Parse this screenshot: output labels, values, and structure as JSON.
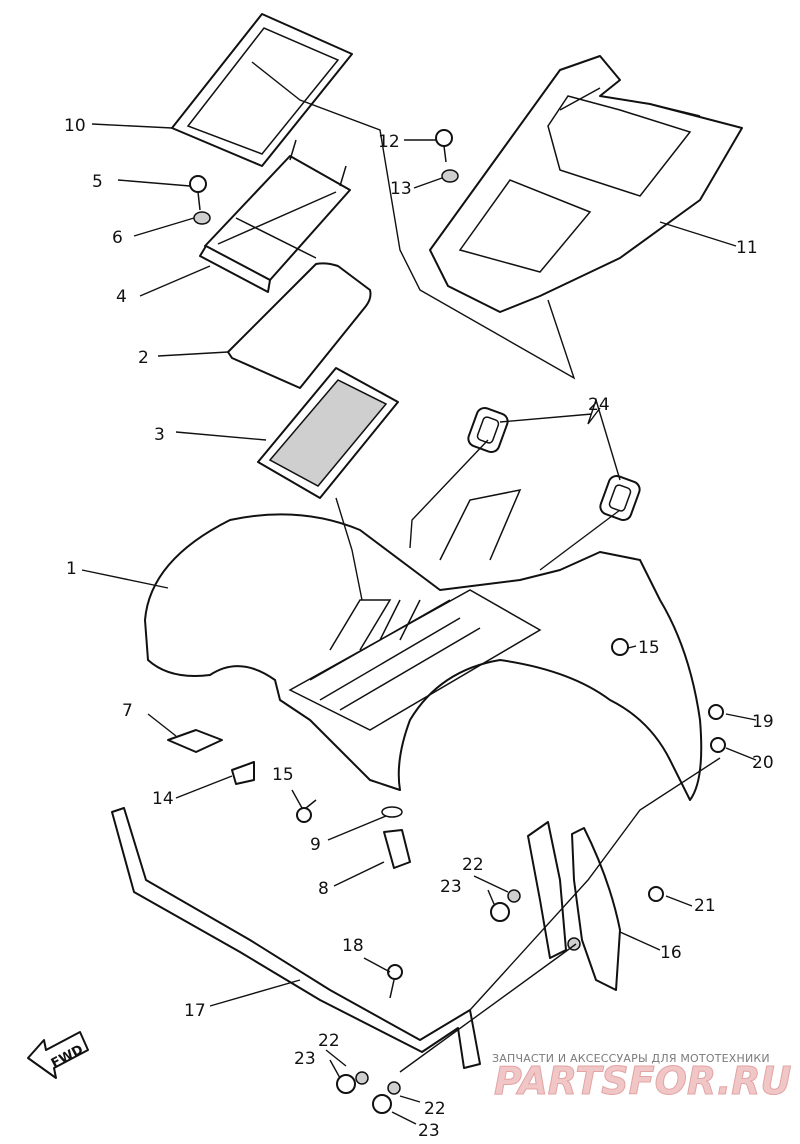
{
  "diagram": {
    "part_numbers": [
      "1",
      "2",
      "3",
      "4",
      "5",
      "6",
      "7",
      "8",
      "9",
      "10",
      "11",
      "12",
      "13",
      "14",
      "15",
      "15",
      "16",
      "17",
      "18",
      "19",
      "20",
      "21",
      "22",
      "22",
      "22",
      "23",
      "23",
      "23",
      "24"
    ],
    "direction_marker": "FWD",
    "watermark": {
      "tagline": "ЗАПЧАСТИ И АКСЕССУАРЫ ДЛЯ МОТОТЕХНИКИ",
      "brand": "PARTSFOR.RU"
    }
  }
}
